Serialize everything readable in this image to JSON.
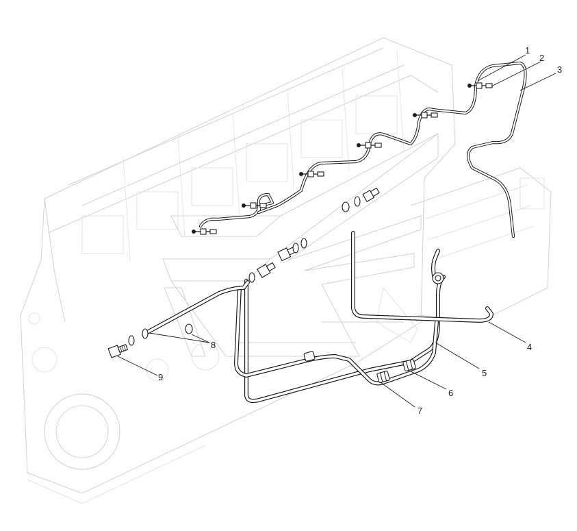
{
  "diagram": {
    "callouts": [
      {
        "id": "1",
        "label": "1"
      },
      {
        "id": "2",
        "label": "2"
      },
      {
        "id": "3",
        "label": "3"
      },
      {
        "id": "4",
        "label": "4"
      },
      {
        "id": "5",
        "label": "5"
      },
      {
        "id": "6",
        "label": "6"
      },
      {
        "id": "7",
        "label": "7"
      },
      {
        "id": "8",
        "label": "8"
      },
      {
        "id": "9",
        "label": "9"
      }
    ],
    "colors": {
      "line": "#1a1a1a",
      "ghost": "#d0d0d0",
      "background": "#ffffff"
    }
  }
}
